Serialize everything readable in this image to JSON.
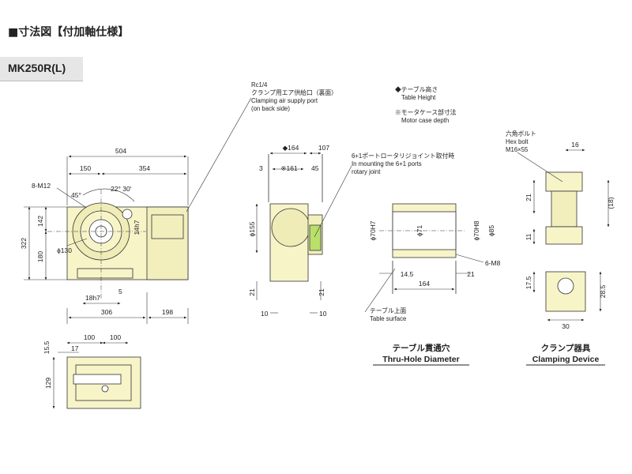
{
  "title": "■寸法図【付加軸仕様】",
  "model": "MK250R(L)",
  "notes": {
    "rc": "Rc1/4",
    "clamp_jp": "クランプ用エア供給口（裏面）",
    "clamp_en": "Clamping air supply port",
    "clamp_en2": "(on back side)",
    "table_height_jp": "◆テーブル高さ",
    "table_height_en": "Table Height",
    "motor_jp": "※モータケース部寸法",
    "motor_en": "Motor case depth",
    "joint_jp": "6+1ポートロータリジョイント取付時",
    "joint_en": "In mounting the 6+1 ports",
    "joint_en2": "rotary joint",
    "hexbolt_jp": "六角ボルト",
    "hexbolt_en": "Hex bolt",
    "hexbolt_size": "M16×55",
    "surface_jp": "テーブル上面",
    "surface_en": "Table surface"
  },
  "captions": {
    "thru_jp": "テーブル貫通穴",
    "thru_en": "Thru-Hole Diameter",
    "clamp_jp": "クランプ器具",
    "clamp_en": "Clamping Device"
  },
  "dims": {
    "d504": "504",
    "d150": "150",
    "d354": "354",
    "m12": "8-M12",
    "ang45": "45°",
    "ang22": "22° 30'",
    "d142": "142",
    "d322": "322",
    "d180": "180",
    "d14h7": "14h7",
    "phi130": "ϕ130",
    "d18h7": "18h7",
    "d5": "5",
    "d306": "306",
    "d198": "198",
    "phi164": "◆164",
    "d107": "107",
    "d3": "3",
    "d161": "※161",
    "d45": "45",
    "phi155": "ϕ155",
    "d21a": "21",
    "d10a": "10",
    "d21b": "21",
    "d10b": "10",
    "phi70h7": "ϕ70H7",
    "phi71": "ϕ71",
    "phi70h8": "ϕ70H8",
    "phi85": "ϕ85",
    "m8": "6-M8",
    "d14_5": "14.5",
    "d21c": "21",
    "d164": "164",
    "d16": "16",
    "d21d": "21",
    "d18": "(18)",
    "d11": "11",
    "d17_5": "17.5",
    "d28_5": "28.5",
    "d30": "30",
    "d15_5": "15.5",
    "d17": "17",
    "d100a": "100",
    "d100b": "100",
    "d129": "129"
  }
}
